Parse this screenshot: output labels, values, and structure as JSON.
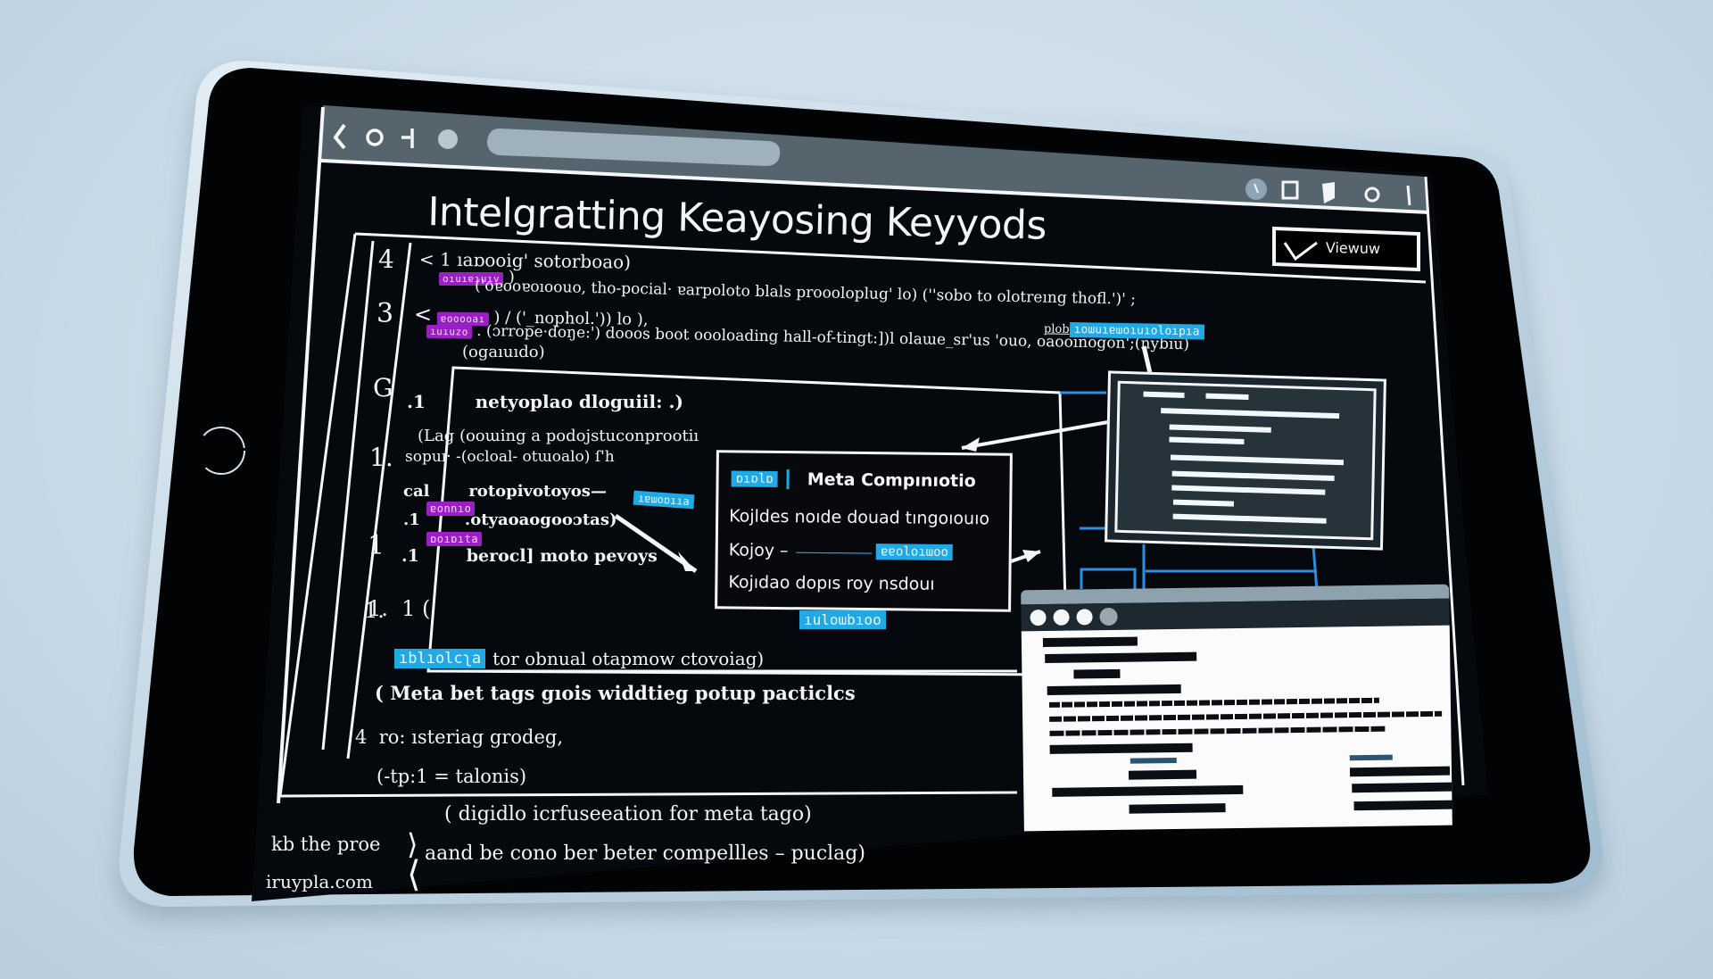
{
  "browser": {
    "nav_icons": [
      "back-icon",
      "circle-icon",
      "minus-icon",
      "dot-icon"
    ],
    "right_icons": [
      "clock-icon",
      "square-icon",
      "bookmark-icon",
      "ring-icon",
      "bar-icon"
    ]
  },
  "page": {
    "title": "Intelgratting Keayosing Keyyods",
    "view_button": "Viewuw"
  },
  "editor": {
    "gutter": [
      "4",
      "3",
      "G",
      "1.",
      "1",
      "1."
    ],
    "lines": [
      {
        "text": "< 1 ıaɒooig' sotorboao)"
      },
      {
        "tag": "oıuıɐıuıv",
        "text": ")"
      },
      {
        "text": "('oɐooɐoıoouo, tho-pocial· ɐarpoloto blals proooloplug' lo) (''sobo to olotreıng thofl.')' ;"
      },
      {
        "prefix": "<",
        "tag": "ɐooooaı",
        "text": ")          / ('_nophol.')) lo ),"
      },
      {
        "tag": "ıuıuzo",
        "text": ". (ɔrrope·doŋe:') dooos boot oooloading hall-of-tingt:])l olaɯe_sr'us 'ouo, oaooinogon';(nybiu)"
      },
      {
        "text": "(ogaıuıdo)"
      }
    ],
    "inline_blue_tag": "ıoɯuıɐɯoıuıoloıpıa",
    "inline_blue_prefix": "plob"
  },
  "inner_panel": {
    "lines": [
      ".1        netyoplao dloguiil: .)",
      "(Lag (ooɯing a podojstuconprootiı",
      "sopuı· -(ocloal- otɯoalo) ſ'h",
      "cal       rotopivotoyos—",
      ".1        .otyaoaogooɔtas)",
      ".1        berocl] moto pevoys",
      "1.  1 ("
    ],
    "purple_tags": [
      "ɐonnıo",
      "ɒoıɒıta"
    ],
    "blue_tag": "ıɐɯoɒııa"
  },
  "popup": {
    "badge": "ɒıɒlɒ",
    "title": "Meta Compınıotio",
    "rows": [
      "Kojldes noıde douad tıngoıouıo",
      "Kojoy –",
      "Kojıdao dopıs roy nsdouı"
    ],
    "row2_tag": "ɐɐoloıɯoo",
    "footer_tag": "ıuloɯbıoo"
  },
  "lower_editor": {
    "highlight_tag": "ıblıolcʅa",
    "lines": [
      "tor obnual otapmow ctovoiag)",
      "( Meta bet tags gıois widdtieg potup pacticlcs",
      "4  ro: ısteriag grodeg,",
      "(-tp:1 = talonis)"
    ]
  },
  "footer": {
    "left_top": "kb the proe",
    "left_bottom": "iruypla.com",
    "line1": "( digidlo icrfuseeation for meta tago)",
    "line2": "aand be cono ber beter compellles – puclag)"
  },
  "colors": {
    "screen_bg": "#05080b",
    "toolbar_bg": "#56646e",
    "accent_blue": "#21a9e6",
    "accent_purple": "#9a1fc4",
    "device_frame": "#b9d3e4",
    "background": "#c9dbe8"
  }
}
